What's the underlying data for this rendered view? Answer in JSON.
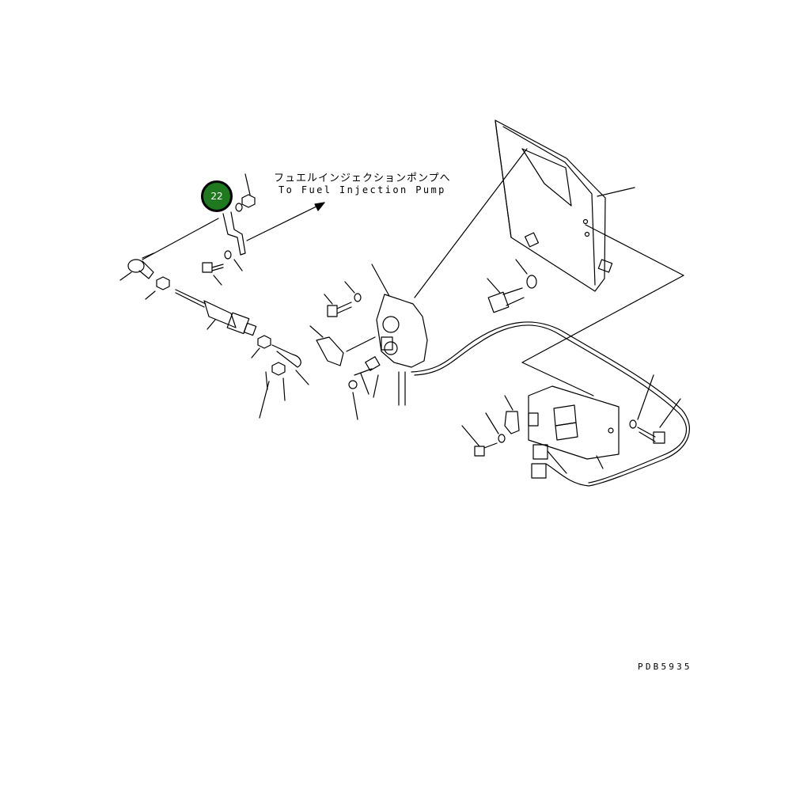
{
  "diagram": {
    "note_japanese": "フュエルインジェクションポンプへ",
    "note_english": "To Fuel Injection Pump",
    "drawing_code": "PDB5935"
  },
  "callouts": [
    {
      "number": "22",
      "color": "#1f7a1f"
    }
  ]
}
